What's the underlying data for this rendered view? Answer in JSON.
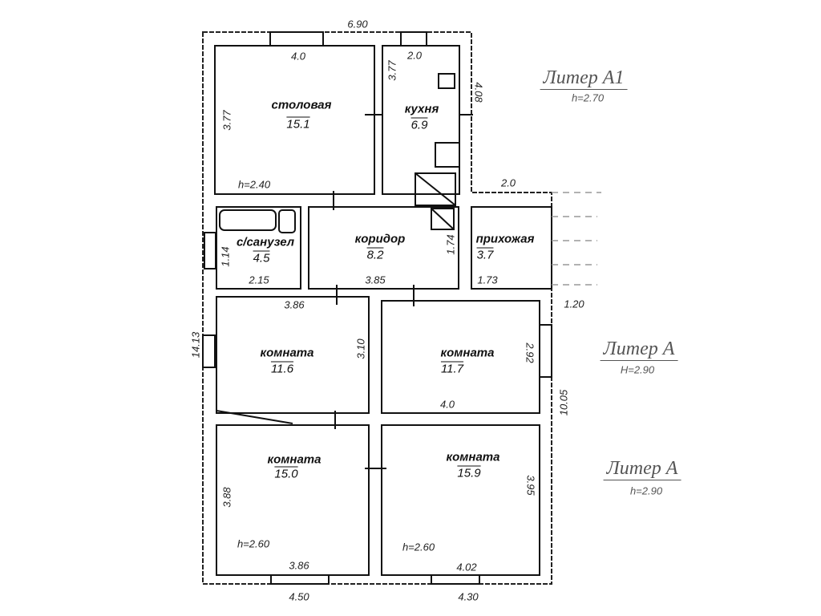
{
  "rooms": [
    {
      "name": "столовая",
      "area": "15.1"
    },
    {
      "name": "кухня",
      "area": "6.9"
    },
    {
      "name": "с/санузел",
      "area": "4.5"
    },
    {
      "name": "коридор",
      "area": "8.2"
    },
    {
      "name": "прихожая",
      "area": "3.7"
    },
    {
      "name": "комната",
      "area": "11.6"
    },
    {
      "name": "комната",
      "area": "11.7"
    },
    {
      "name": "комната",
      "area": "15.0"
    },
    {
      "name": "комната",
      "area": "15.9"
    }
  ],
  "dimensions": {
    "top_total": "6.90",
    "stolovaya_top": "4.0",
    "stolovaya_side": "3.77",
    "stolovaya_height": "h=2.40",
    "kitchen_top": "2.0",
    "kitchen_side": "3.77",
    "kitchen_outer": "4.08",
    "entry_top": "2.0",
    "bath_side": "1.14",
    "bath_bottom": "2.15",
    "corridor_bottom": "3.85",
    "corridor_side": "1.74",
    "entry_bottom": "1.73",
    "entry_outer": "1.20",
    "left_total": "14.13",
    "room116_top": "3.86",
    "room116_side": "3.10",
    "room117_side": "2.92",
    "room117_bottom": "4.0",
    "right_total": "10.05",
    "room150_side": "3.88",
    "room150_height": "h=2.60",
    "room150_bottom": "3.86",
    "room159_height": "h=2.60",
    "room159_side": "3.95",
    "room159_bottom": "4.02",
    "bottom_left": "4.50",
    "bottom_right": "4.30"
  },
  "liters": [
    {
      "title": "Литер А1",
      "height": "h=2.70"
    },
    {
      "title": "Литер А",
      "height": "H=2.90"
    },
    {
      "title": "Литер А",
      "height": "h=2.90"
    }
  ]
}
